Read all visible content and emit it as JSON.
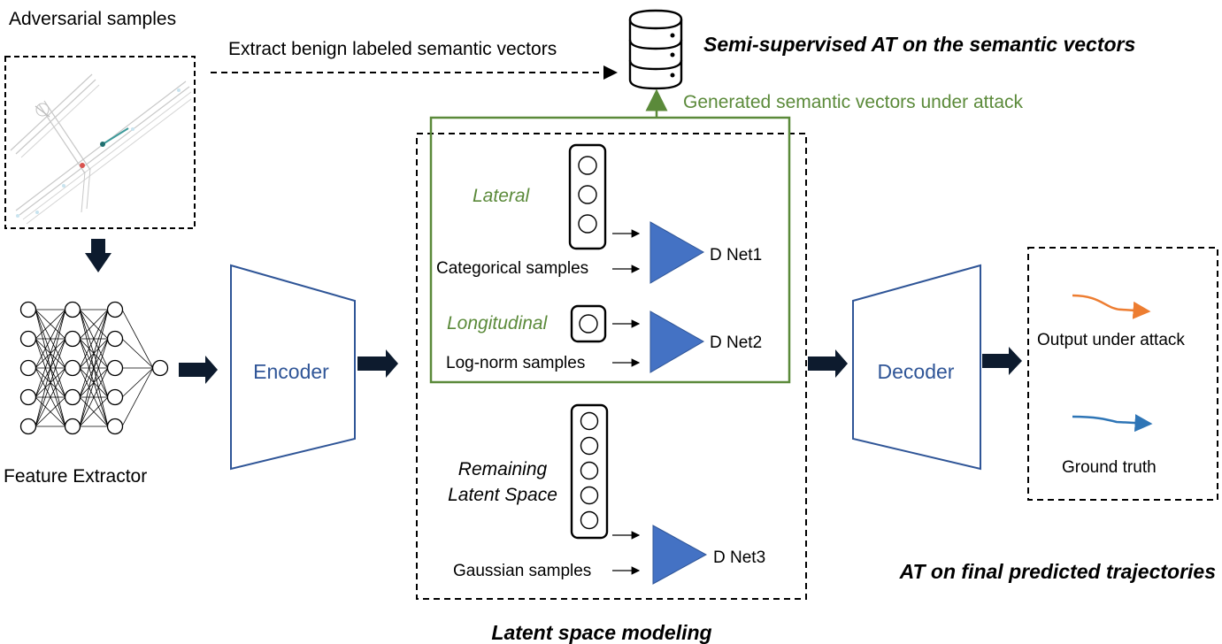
{
  "labels": {
    "adversarial_samples": "Adversarial samples",
    "extract_vectors": "Extract benign labeled semantic vectors",
    "semi_supervised_at": "Semi-supervised AT on the semantic vectors",
    "generated_vectors": "Generated semantic vectors under attack",
    "feature_extractor": "Feature Extractor",
    "encoder": "Encoder",
    "decoder": "Decoder",
    "lateral": "Lateral",
    "longitudinal": "Longitudinal",
    "categorical_samples": "Categorical samples",
    "lognorm_samples": "Log-norm samples",
    "remaining_latent_line1": "Remaining",
    "remaining_latent_line2": "Latent Space",
    "gaussian_samples": "Gaussian samples",
    "dnet1": "D Net1",
    "dnet2": "D Net2",
    "dnet3": "D Net3",
    "output_under_attack": "Output under attack",
    "ground_truth": "Ground truth",
    "at_final": "AT on final predicted trajectories",
    "latent_space_modeling": "Latent space modeling"
  },
  "colors": {
    "green": "#5b8a3a",
    "navy": "#2f5597",
    "triangle_fill": "#4472c4",
    "orange": "#ed7d31",
    "blue_traj": "#2e75b6",
    "arrow_dark": "#0d1b2e"
  }
}
